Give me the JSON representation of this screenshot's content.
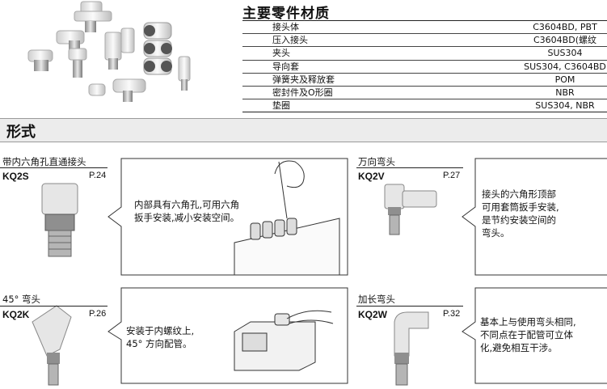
{
  "materials": {
    "title": "主要零件材质",
    "rows": [
      {
        "part": "接头体",
        "material": "C3604BD, PBT"
      },
      {
        "part": "压入接头",
        "material": "C3604BD(螺纹"
      },
      {
        "part": "夹头",
        "material": "SUS304"
      },
      {
        "part": "导向套",
        "material": "SUS304, C3604BD"
      },
      {
        "part": "弹簧夹及释放套",
        "material": "POM"
      },
      {
        "part": "密封件及O形圈",
        "material": "NBR"
      },
      {
        "part": "垫圈",
        "material": "SUS304, NBR"
      }
    ]
  },
  "section_title": "形式",
  "examples": [
    {
      "title": "带内六角孔直通接头",
      "model": "KQ2S",
      "page": "P.24",
      "description": "内部具有六角孔,可用六角\n扳手安装,减小安装空间。"
    },
    {
      "title": "万向弯头",
      "model": "KQ2V",
      "page": "P.27",
      "description": "接头的六角形顶部\n可用套筒扳手安装,\n是节约安装空间的\n弯头。"
    },
    {
      "title": "45° 弯头",
      "model": "KQ2K",
      "page": "P.26",
      "description": "安装于内螺纹上,\n45° 方向配管。"
    },
    {
      "title": "加长弯头",
      "model": "KQ2W",
      "page": "P.32",
      "description": "基本上与使用弯头相同,\n不同点在于配管可立体\n化,避免相互干涉。"
    }
  ]
}
